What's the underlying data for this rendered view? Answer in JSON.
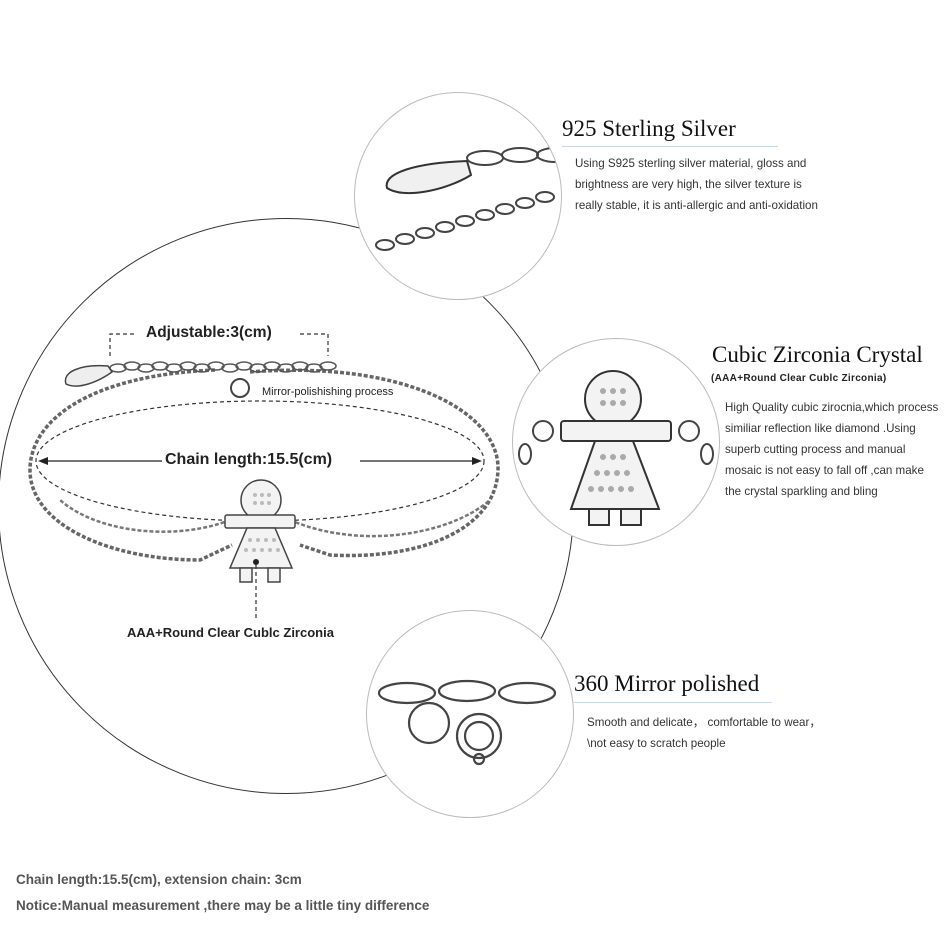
{
  "diagram": {
    "adjustable_label": "Adjustable:3(cm)",
    "mirror_label": "Mirror-polishishing process",
    "chain_length_label": "Chain length:15.5(cm)",
    "zirconia_label": "AAA+Round  Clear  Cublc  Zirconia"
  },
  "features": [
    {
      "title": "925 Sterling Silver",
      "lines": [
        "Using S925 sterling silver material, gloss and",
        "brightness are very high, the silver texture is",
        "really stable, it is anti-allergic and anti-oxidation"
      ]
    },
    {
      "title": "Cubic Zirconia Crystal",
      "subtitle": "(AAA+Round  Clear  Cublc  Zirconia)",
      "lines": [
        "High Quality cubic zirocnia,which process",
        "similiar reflection like diamond .Using",
        "superb cutting process and manual",
        "mosaic is not easy to fall off ,can make",
        "the crystal sparkling and bling"
      ]
    },
    {
      "title": "360 Mirror polished",
      "lines": [
        "Smooth and delicate， comfortable to wear，",
        "\\not easy to scratch people"
      ]
    }
  ],
  "notes": {
    "line1": "Chain length:15.5(cm), extension chain: 3cm",
    "line2": "Notice:Manual measurement ,there may be a little tiny  difference"
  }
}
